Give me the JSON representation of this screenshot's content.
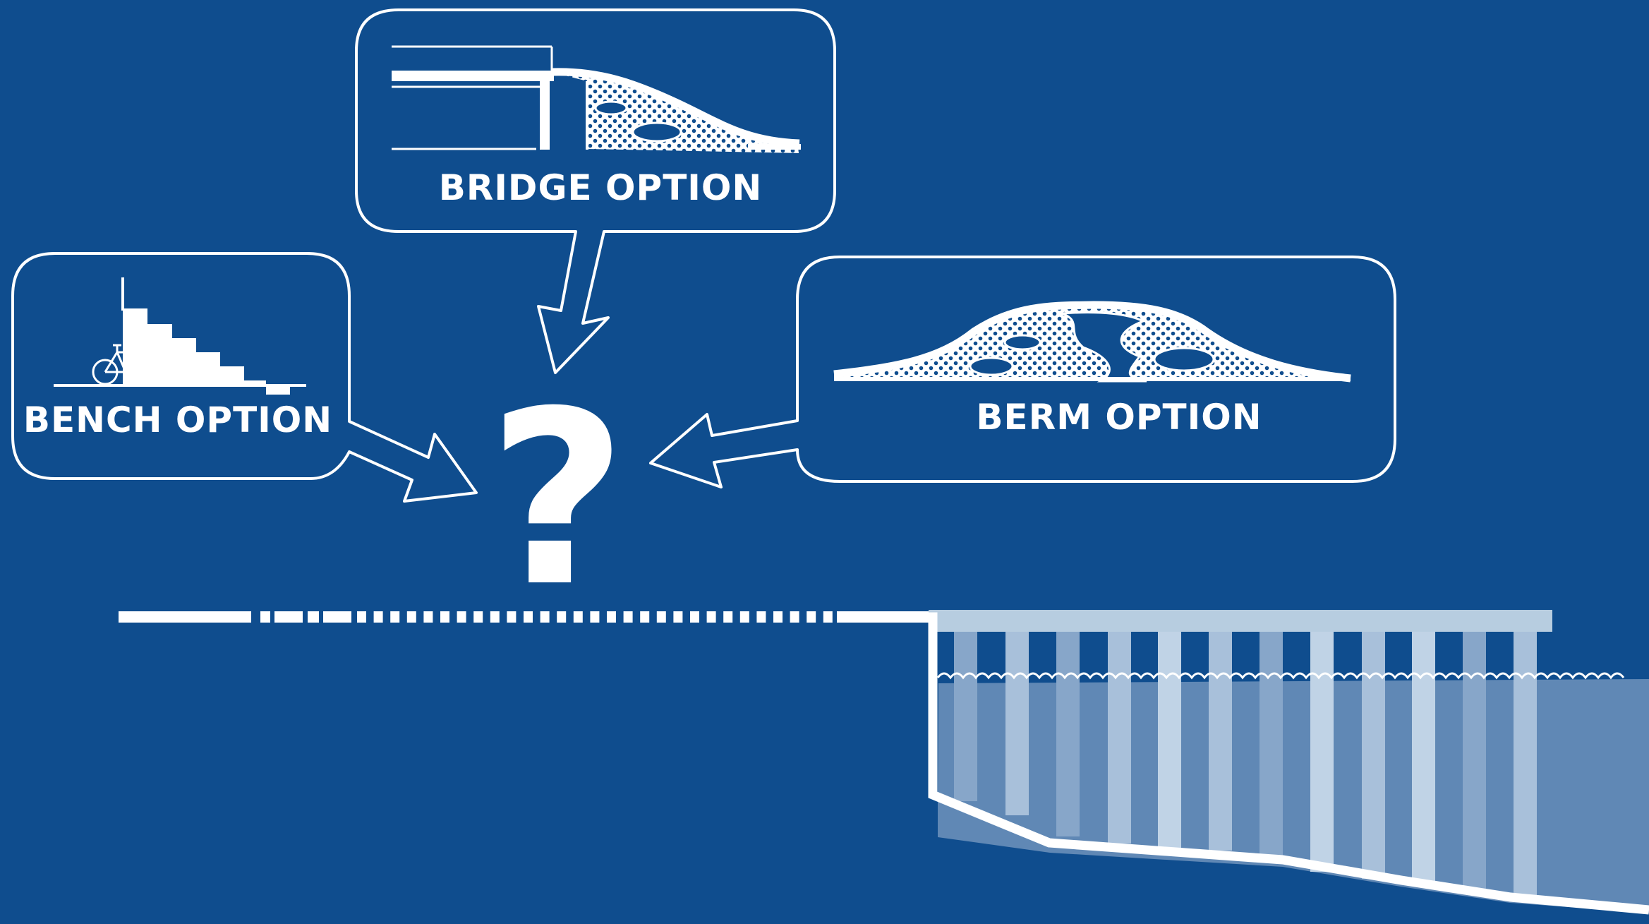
{
  "options": {
    "bridge": "BRIDGE OPTION",
    "bench": "BENCH OPTION",
    "berm": "BERM OPTION"
  },
  "question_mark": "?",
  "colors": {
    "background": "#0f4d8e",
    "line": "#ffffff",
    "water": "#6088b5",
    "pier_deck": "#b7cde0"
  }
}
